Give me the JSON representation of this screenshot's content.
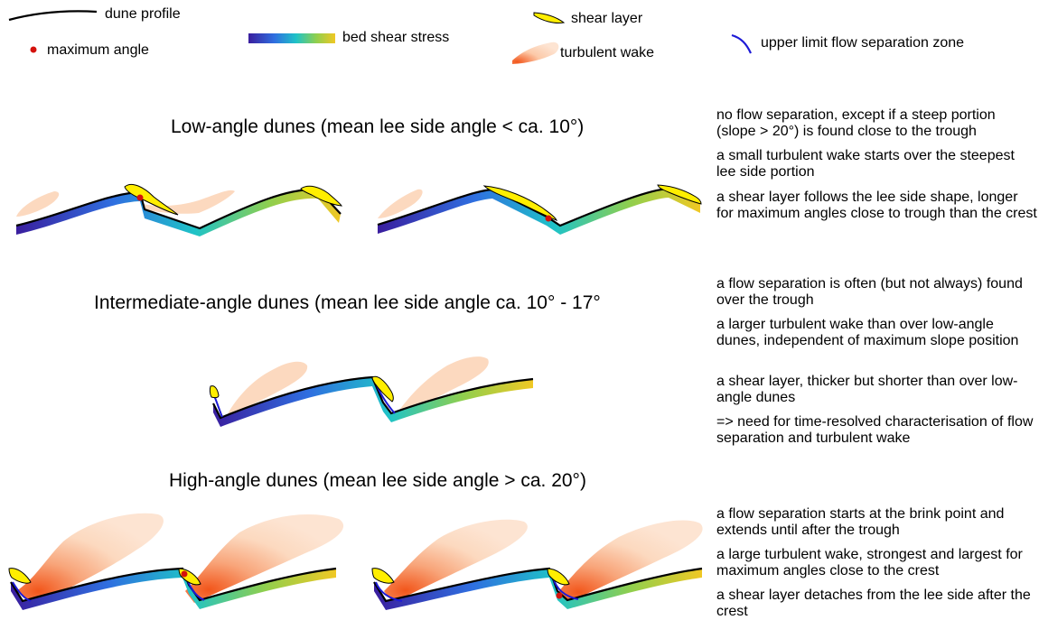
{
  "legend": {
    "dune_profile": "dune profile",
    "maximum_angle": "maximum angle",
    "bed_shear_stress": "bed shear stress",
    "shear_layer": "shear layer",
    "turbulent_wake": "turbulent wake",
    "upper_limit": "upper limit flow separation zone"
  },
  "colors": {
    "profile": "#000000",
    "max_angle_dot": "#d4110c",
    "separation_line": "#1d1ad6",
    "wake": "#fcd9bf",
    "wake_core": "#f2561b",
    "shear_layer": "#ffee00",
    "stress_gradient": [
      "#3a1e9e",
      "#2f6fe0",
      "#1fc3c7",
      "#8fcf4e",
      "#f0c824"
    ]
  },
  "sections": [
    {
      "title": "Low-angle dunes (mean lee side angle < ca. 10°)",
      "notes": [
        "no flow separation, except if a steep portion (slope > 20°) is found close to the trough",
        "a small turbulent wake starts over the steepest lee side portion",
        "a shear layer follows the lee side shape, longer for maximum angles close to trough than the crest"
      ]
    },
    {
      "title": "Intermediate-angle dunes (mean lee side angle ca. 10° - 17°",
      "notes": [
        "a flow separation is often (but not always) found over the trough",
        "a larger turbulent wake than over low-angle dunes, independent of maximum slope position",
        "a shear layer, thicker but shorter than over low-angle dunes",
        "=> need for time-resolved characterisation of flow separation and turbulent wake"
      ]
    },
    {
      "title": "High-angle dunes (mean lee side angle > ca. 20°)",
      "notes": [
        "a flow separation starts at the brink point and extends until after the trough",
        "a large turbulent wake, strongest and largest for maximum angles close to the crest",
        "a shear layer detaches from the lee side after the crest"
      ]
    }
  ]
}
